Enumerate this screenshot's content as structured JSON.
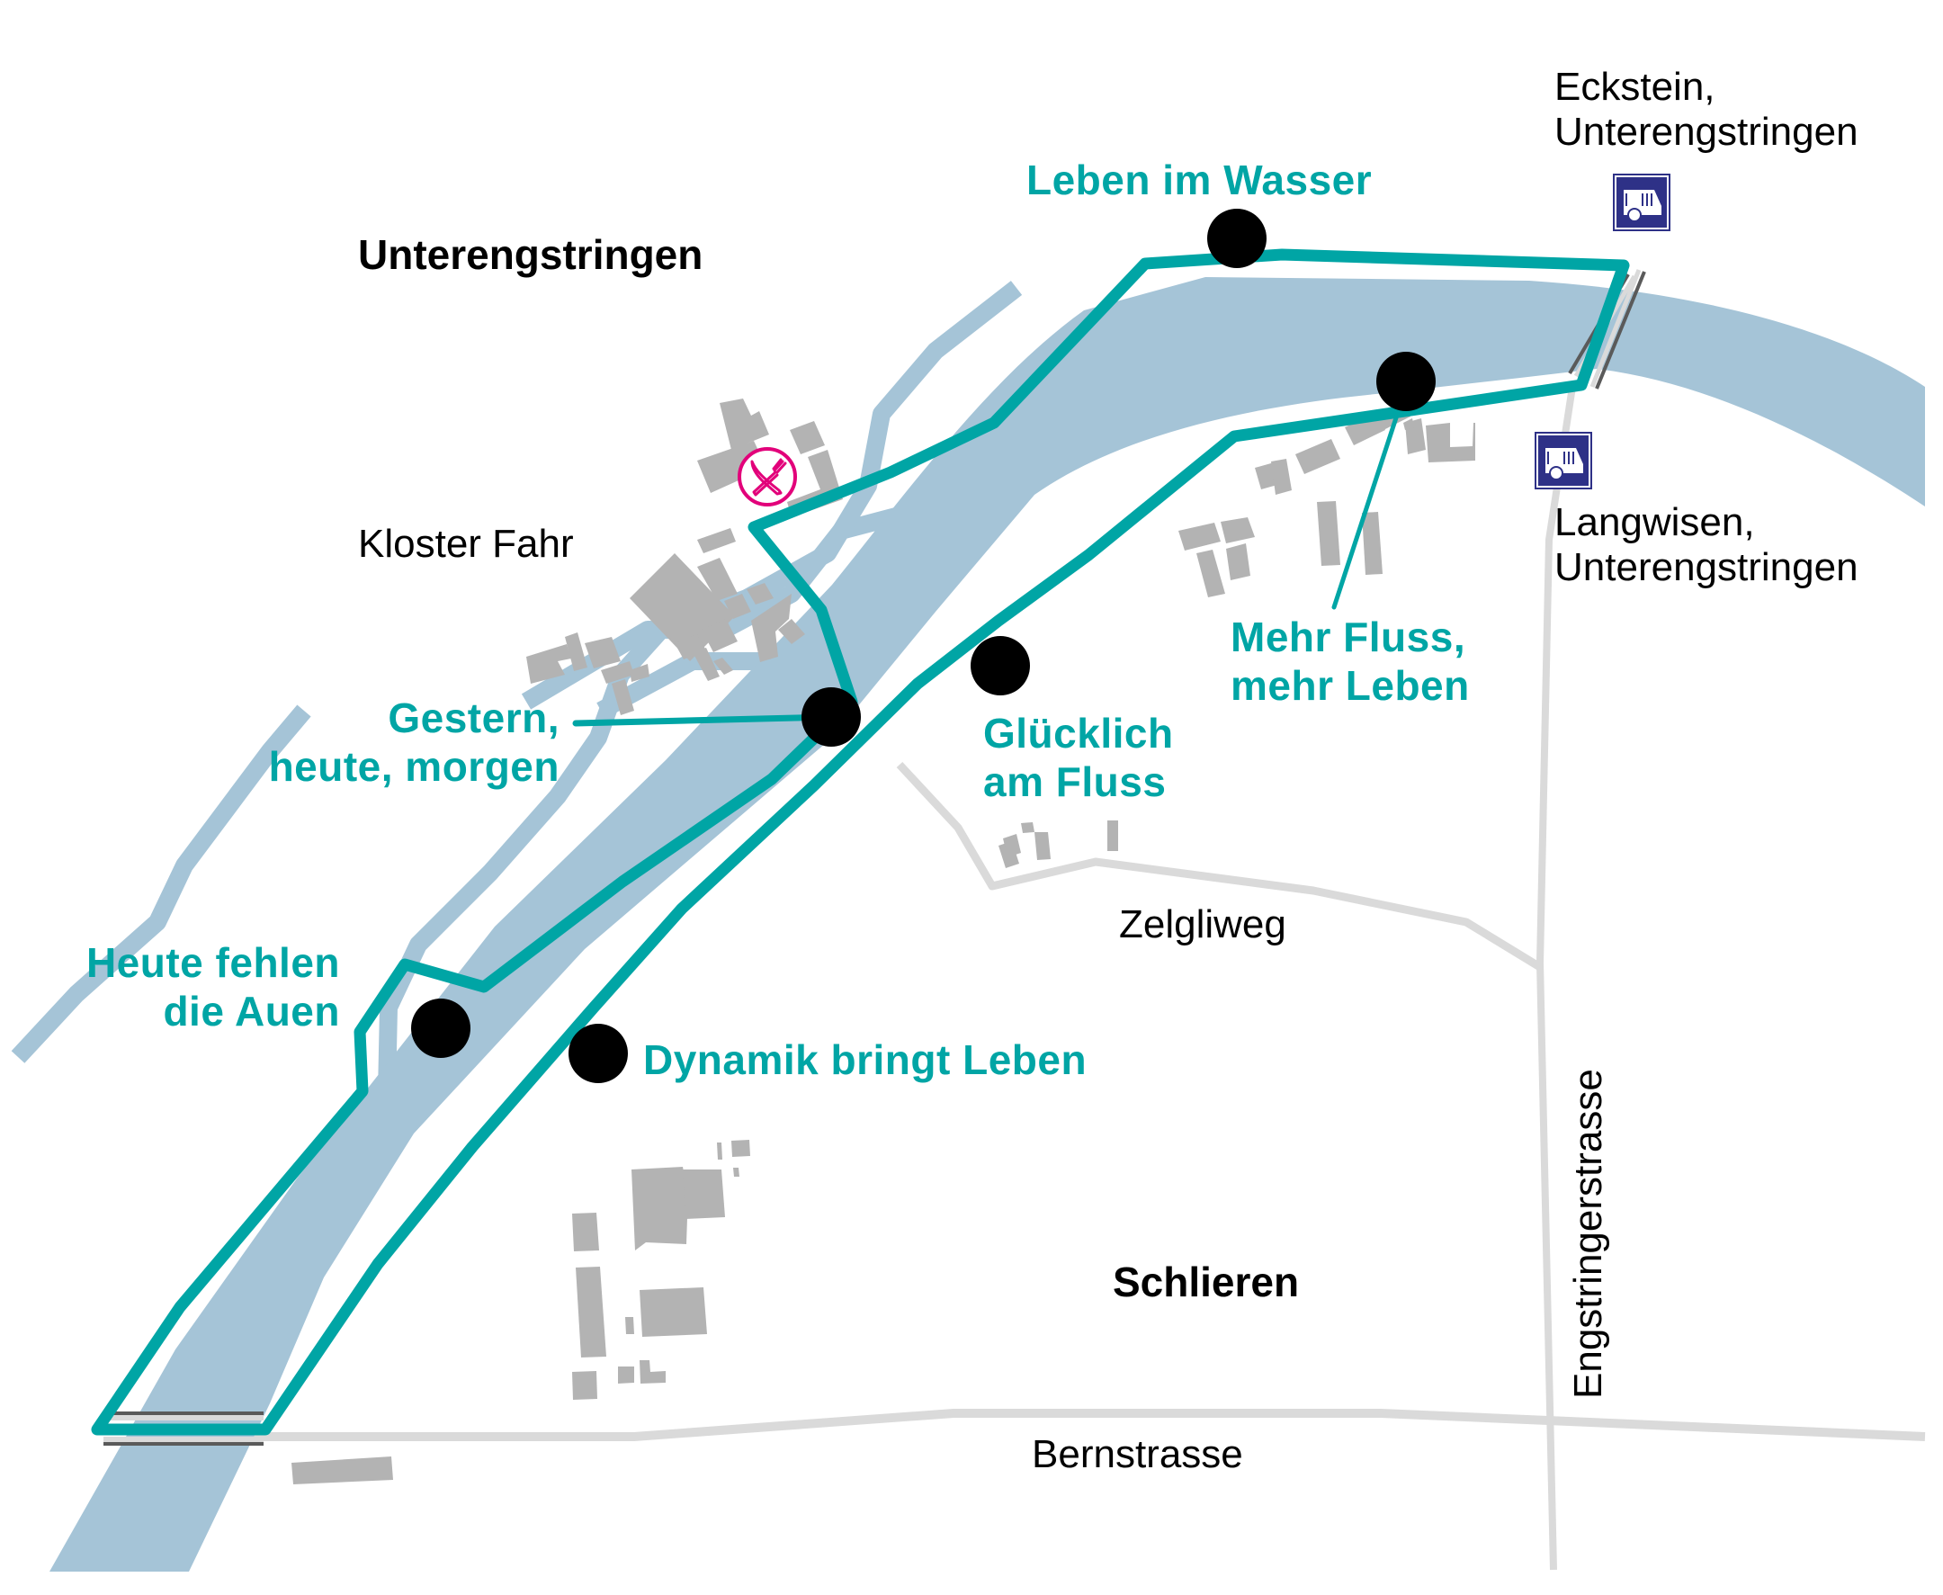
{
  "colors": {
    "route": "#00a5a5",
    "river": "#a5c4d7",
    "building": "#b3b3b3",
    "road": "#dadada",
    "bridge": "#5a5a5a",
    "poi_dot": "#000000",
    "restaurant": "#e2007a",
    "bus_stop": "#2e3187",
    "text_station": "#00a5a5",
    "text_place": "#000000"
  },
  "places": {
    "unterengstringen": "Unterengstringen",
    "kloster_fahr": "Kloster Fahr",
    "schlieren": "Schlieren"
  },
  "roads": {
    "zelgliweg": "Zelgliweg",
    "bernstrasse": "Bernstrasse",
    "engstringerstrasse": "Engstringerstrasse"
  },
  "bus_stops": [
    {
      "line1": "Eckstein,",
      "line2": "Unterengstringen",
      "icon": "bus-stop-icon"
    },
    {
      "line1": "Langwisen,",
      "line2": "Unterengstringen",
      "icon": "bus-stop-icon"
    }
  ],
  "stations": [
    {
      "id": "leben-im-wasser",
      "line1": "Leben im Wasser",
      "line2": ""
    },
    {
      "id": "mehr-fluss",
      "line1": "Mehr Fluss,",
      "line2": "mehr Leben"
    },
    {
      "id": "gluecklich",
      "line1": "Glücklich",
      "line2": "am Fluss"
    },
    {
      "id": "gestern",
      "line1": "Gestern,",
      "line2": "heute, morgen"
    },
    {
      "id": "heute-fehlen",
      "line1": "Heute fehlen",
      "line2": "die Auen"
    },
    {
      "id": "dynamik",
      "line1": "Dynamik bringt Leben",
      "line2": ""
    }
  ],
  "pois": [
    {
      "name": "restaurant",
      "icon": "knife-fork-icon"
    }
  ]
}
